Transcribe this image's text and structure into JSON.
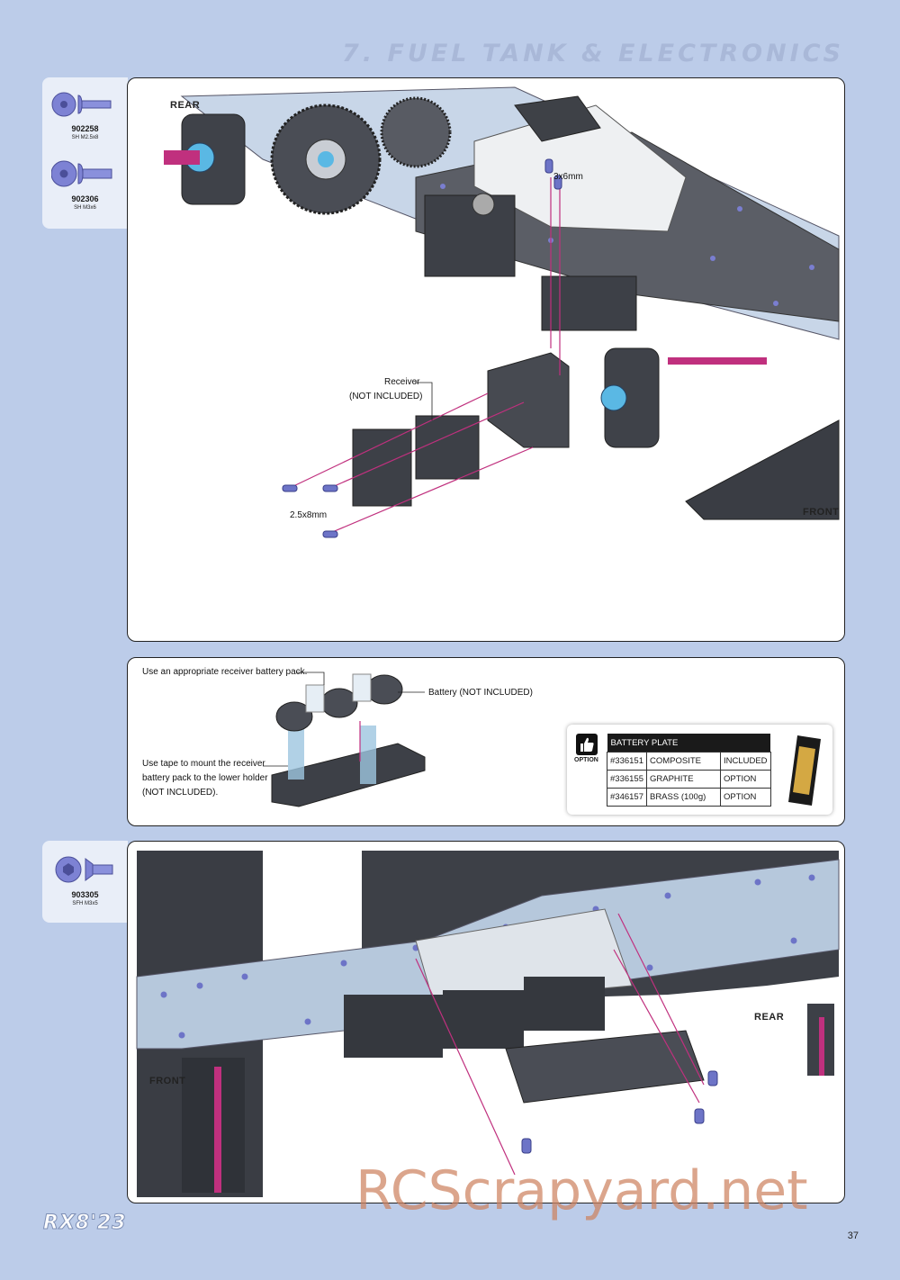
{
  "header": {
    "title": "7. FUEL TANK & ELECTRONICS"
  },
  "parts_top": [
    {
      "code": "902258",
      "desc": "SH M2.5x8",
      "icon": "button-head-screw-icon"
    },
    {
      "code": "902306",
      "desc": "SH M3x6",
      "icon": "button-head-screw-icon"
    }
  ],
  "parts_bottom": [
    {
      "code": "903305",
      "desc": "SFH M3x5",
      "icon": "flat-head-screw-icon"
    }
  ],
  "step1": {
    "rear": "REAR",
    "front": "FRONT",
    "screw_3x6": "3x6mm",
    "receiver": "Receiver",
    "receiver_note": "(NOT INCLUDED)",
    "screw_25x8": "2.5x8mm"
  },
  "step2": {
    "note1": "Use an appropriate receiver battery pack.",
    "battery": "Battery (NOT INCLUDED)",
    "note2_line1": "Use tape to mount the receiver",
    "note2_line2": "battery pack to the lower holder",
    "note2_line3": "(NOT INCLUDED)."
  },
  "option": {
    "label": "OPTION",
    "title": "BATTERY PLATE",
    "rows": [
      {
        "part": "#336151",
        "material": "COMPOSITE",
        "status": "INCLUDED"
      },
      {
        "part": "#336155",
        "material": "GRAPHITE",
        "status": "OPTION"
      },
      {
        "part": "#346157",
        "material": "BRASS (100g)",
        "status": "OPTION"
      }
    ]
  },
  "step3": {
    "rear": "REAR",
    "front": "FRONT"
  },
  "footer": {
    "logo": "RX8'23",
    "page": "37",
    "watermark": "RCScrapyard.net"
  },
  "colors": {
    "page_bg": "#bccce9",
    "panel_border": "#222222",
    "accent_pink": "#c0307e",
    "screw_blue": "#6d74c7"
  }
}
